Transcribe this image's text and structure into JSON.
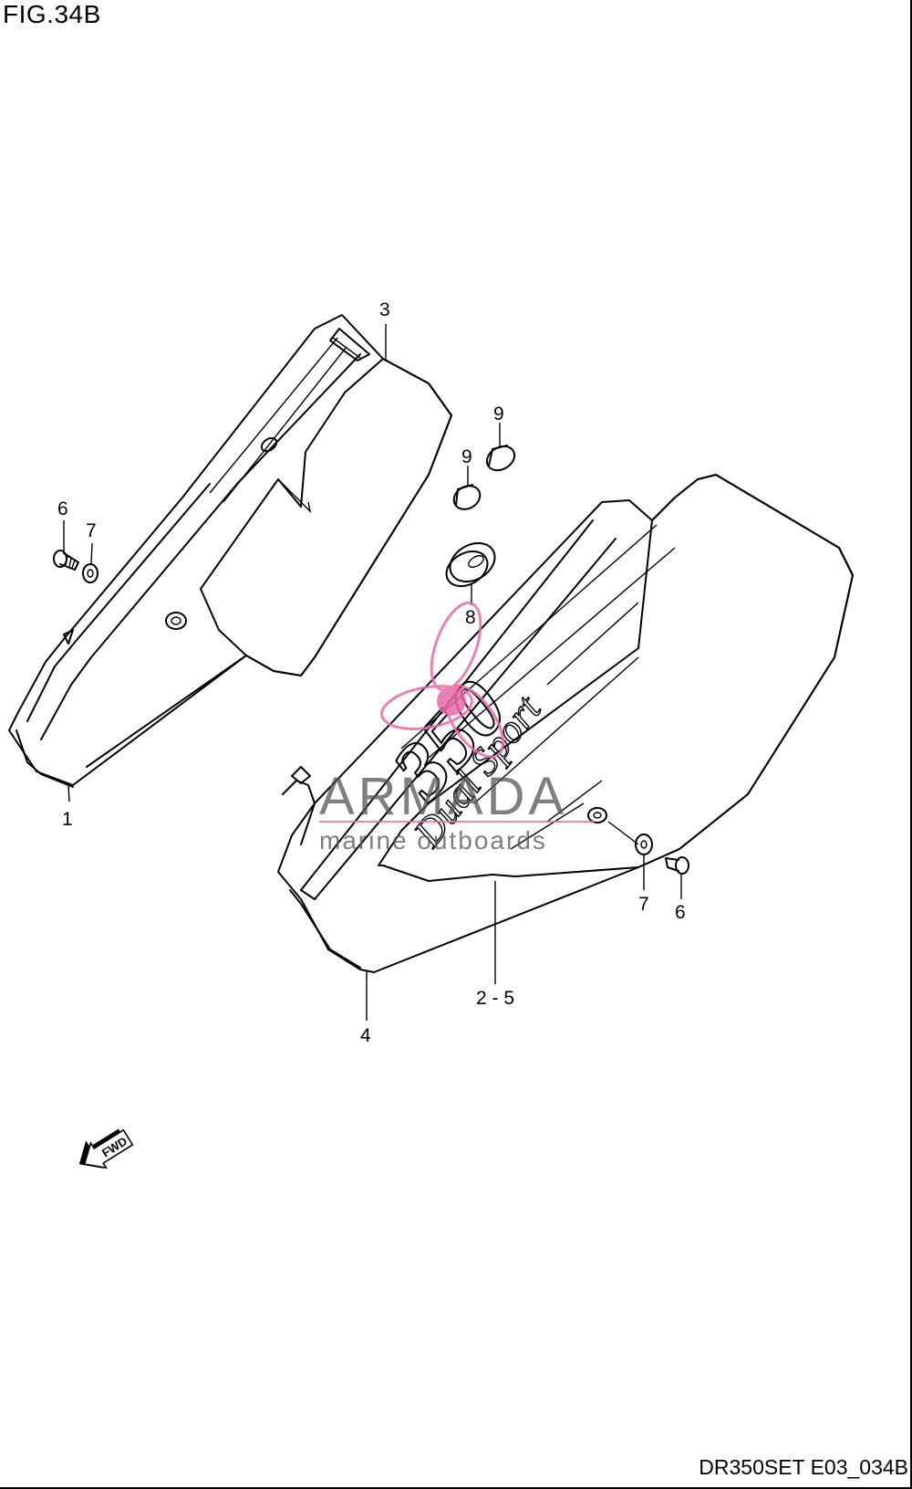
{
  "figure": {
    "title": "FIG.34B",
    "drawing_code": "DR350SET E03_034B"
  },
  "callouts": {
    "c1": "1",
    "c2_5": "2 - 5",
    "c3": "3",
    "c4": "4",
    "c6_left": "6",
    "c7_left": "7",
    "c6_right": "6",
    "c7_right": "7",
    "c8": "8",
    "c9_upper": "9",
    "c9_lower": "9"
  },
  "emblem_text": {
    "model": "350",
    "script": "Dual Sport"
  },
  "direction_arrow": "FWD",
  "watermark": {
    "brand": "ARMADA",
    "tagline": "marine outboards",
    "accent_color": "#e86aa8"
  }
}
